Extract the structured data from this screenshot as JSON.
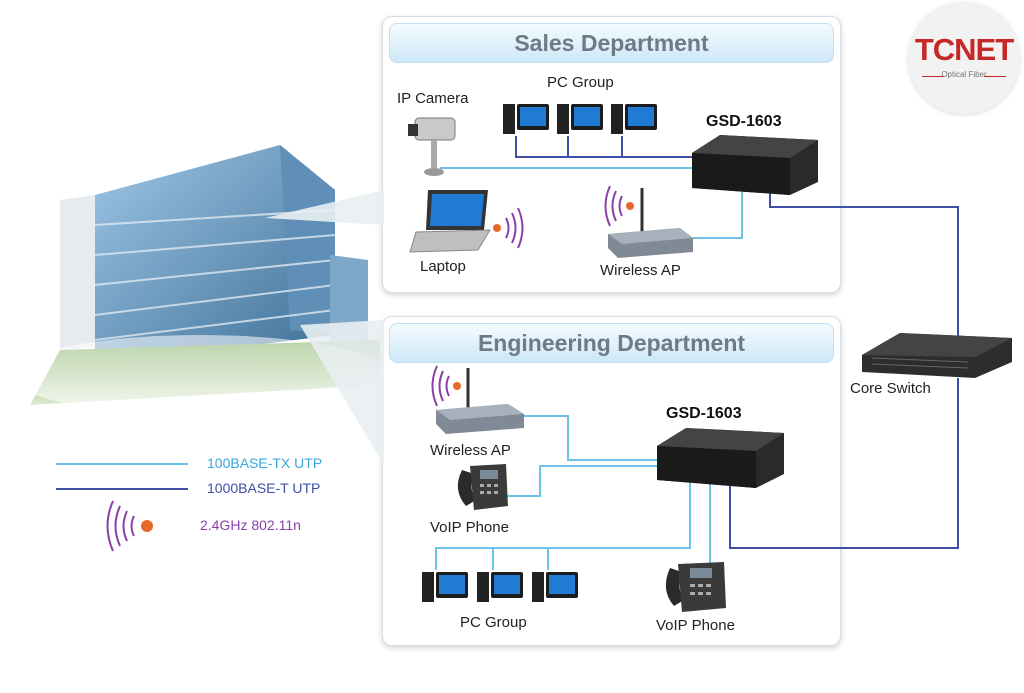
{
  "sales": {
    "title": "Sales Department"
  },
  "engineering": {
    "title": "Engineering Department"
  },
  "devices": {
    "ip_camera": "IP Camera",
    "pc_group": "PC Group",
    "switch": "GSD-1603",
    "laptop": "Laptop",
    "wireless_ap": "Wireless AP",
    "core_switch": "Core Switch",
    "voip_phone": "VoIP Phone"
  },
  "legend": {
    "line_100": "100BASE-TX UTP",
    "line_1000": "1000BASE-T UTP",
    "wireless": "2.4GHz 802.11n"
  },
  "logo": {
    "name": "TCNET",
    "tagline": "Optical Fiber"
  },
  "colors": {
    "link_100": "#6cc3e8",
    "link_1000": "#3f4fa8",
    "wireless": "#8a3fa8",
    "header_text": "#6f7a84"
  }
}
